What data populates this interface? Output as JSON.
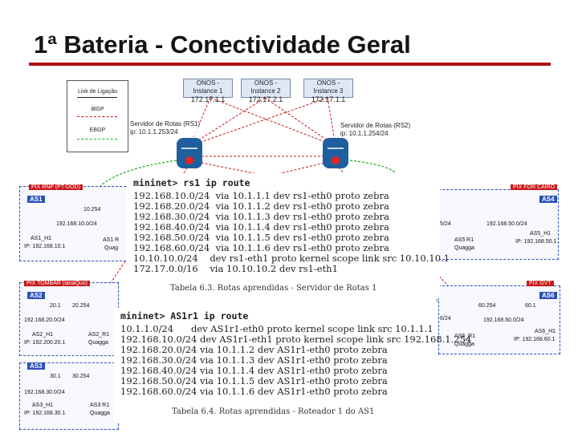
{
  "slide": {
    "title": "1ª Bateria - Conectividade Geral",
    "accent": "#b01111"
  },
  "legend": {
    "item1": "Link de Ligação",
    "item2": "iBGP",
    "item3": "EBGP"
  },
  "onos": [
    {
      "name": "ONOS - Instance 1",
      "ip": "172.17.1.1"
    },
    {
      "name": "ONOS - Instance 2",
      "ip": "172.17.2.1"
    },
    {
      "name": "ONOS - Instance 3",
      "ip": "172.17.1.1"
    }
  ],
  "route_servers": [
    {
      "name": "Servidor de Rotas (RS1)",
      "ip": "ip: 10.1.1.253/24"
    },
    {
      "name": "Servidor de Rotas (RS2)",
      "ip": "ip: 10.1.1.254/24"
    }
  ],
  "as_panels": {
    "as1": {
      "tag": "PIX RNP (PT-DOD)",
      "num": "AS1",
      "net": "192.168.10.0/24",
      "host": "AS1_H1",
      "ip": "IP: 192.168.10.1",
      "gw": "10.254",
      "router": "AS1 R",
      "quagga": "Quag"
    },
    "as2": {
      "tag": "PIX TOMBAR (ianaQuo)",
      "num": "AS2",
      "net": "192.168.20.0/24",
      "host": "AS2_H1",
      "ip": "IP: 192.200.20.1",
      "gw": "20.254",
      "host_ip2": "20.1",
      "router": "AS2_R1",
      "quagga": "Quagga"
    },
    "as3": {
      "tag": "AS3",
      "num": "AS3",
      "net": "192.168.30.0/24",
      "host": "AS3_H1",
      "ip": "IP: 192.168.30.1",
      "gw": "30.254",
      "host_ip2": "30.1",
      "router": "AS3 R1",
      "quagga": "Quagga"
    },
    "as4": {
      "tag": "PIX FOR CAIRO",
      "num": "AS4",
      "net": "192.168.50.0/24",
      "host": "AS5_H1",
      "ip": "IP: 192.168.50.1",
      "router": "AS5 R1",
      "quagga": "Quagga",
      "left_net": "5/24"
    },
    "as6": {
      "tag": "PIX GVT",
      "num": "AS6",
      "net": "192.168.60.0/24",
      "host": "AS6_H1",
      "ip": "IP: 192.168.60.1",
      "router": "AS6_R1",
      "quagga": "Quagga",
      "left_net": "6/24",
      "gw": "60.254",
      "host_ip2": "60.1"
    }
  },
  "table1": {
    "command": "mininet> rs1 ip route",
    "lines": [
      "192.168.10.0/24  via 10.1.1.1 dev rs1-eth0 proto zebra",
      "192.168.20.0/24  via 10.1.1.2 dev rs1-eth0 proto zebra",
      "192.168.30.0/24  via 10.1.1.3 dev rs1-eth0 proto zebra",
      "192.168.40.0/24  via 10.1.1.4 dev rs1-eth0 proto zebra",
      "192.168.50.0/24  via 10.1.1.5 dev rs1-eth0 proto zebra",
      "192.168.60.0/24  via 10.1.1.6 dev rs1-eth0 proto zebra",
      "10.10.10.0/24    dev rs1-eth1 proto kernel scope link src 10.10.10.1",
      "172.17.0.0/16    via 10.10.10.2 dev rs1-eth1"
    ],
    "caption": "Tabela 6.3.  Rotas aprendidas - Servidor de Rotas 1"
  },
  "table2": {
    "command": "mininet> AS1r1 ip route",
    "lines": [
      "10.1.1.0/24      dev AS1r1-eth0 proto kernel scope link src 10.1.1.1",
      "192.168.10.0/24 dev AS1r1-eth1 proto kernel scope link src 192.168.1.254",
      "192.168.20.0/24 via 10.1.1.2 dev AS1r1-eth0 proto zebra",
      "192.168.30.0/24 via 10.1.1.3 dev AS1r1-eth0 proto zebra",
      "192.168.40.0/24 via 10.1.1.4 dev AS1r1-eth0 proto zebra",
      "192.168.50.0/24 via 10.1.1.5 dev AS1r1-eth0 proto zebra",
      "192.168.60.0/24 via 10.1.1.6 dev AS1r1-eth0 proto zebra"
    ],
    "caption": "Tabela 6.4.  Rotas aprendidas - Roteador 1 do AS1"
  },
  "colors": {
    "ibgp": "#c81818",
    "ebgp": "#18a818",
    "router": "#1f5f9f",
    "panel_border": "#2a4fb8"
  }
}
